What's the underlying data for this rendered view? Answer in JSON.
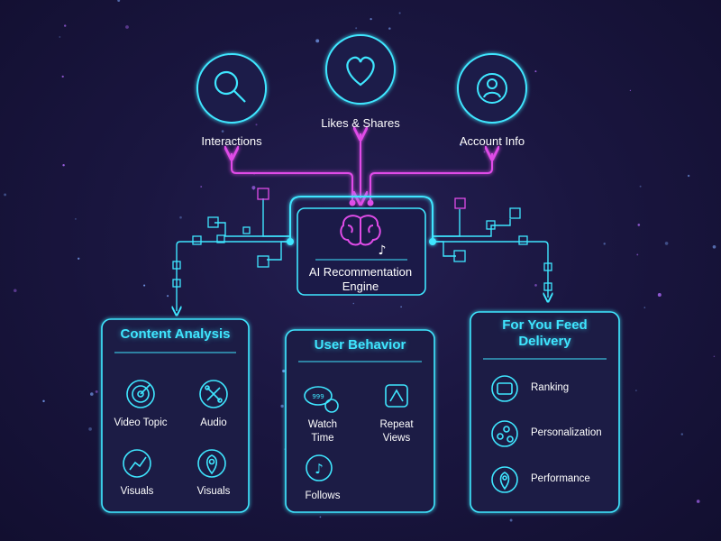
{
  "inputs": {
    "interactions": "Interactions",
    "likes_shares": "Likes & Shares",
    "account_info": "Account Info"
  },
  "engine": {
    "line1": "AI Recommentation",
    "line2": "Engine"
  },
  "content_analysis": {
    "title": "Content Analysis",
    "items": [
      "Video Topic",
      "Audio",
      "Visuals",
      "Visuals"
    ]
  },
  "user_behavior": {
    "title": "User Behavior",
    "items": [
      {
        "line1": "Watch",
        "line2": "Time"
      },
      {
        "line1": "Repeat",
        "line2": "Views"
      },
      {
        "line1": "Follows",
        "line2": ""
      }
    ]
  },
  "feed_delivery": {
    "title_line1": "For You Feed",
    "title_line2": "Delivery",
    "items": [
      "Ranking",
      "Personalization",
      "Performance"
    ]
  },
  "colors": {
    "cyan": "#3fe6ff",
    "magenta": "#e04ce8",
    "background": "#1a1640"
  },
  "icons": {
    "interactions": "magnifier-icon",
    "likes_shares": "heart-icon",
    "account_info": "user-icon",
    "engine": "brain-icon"
  }
}
